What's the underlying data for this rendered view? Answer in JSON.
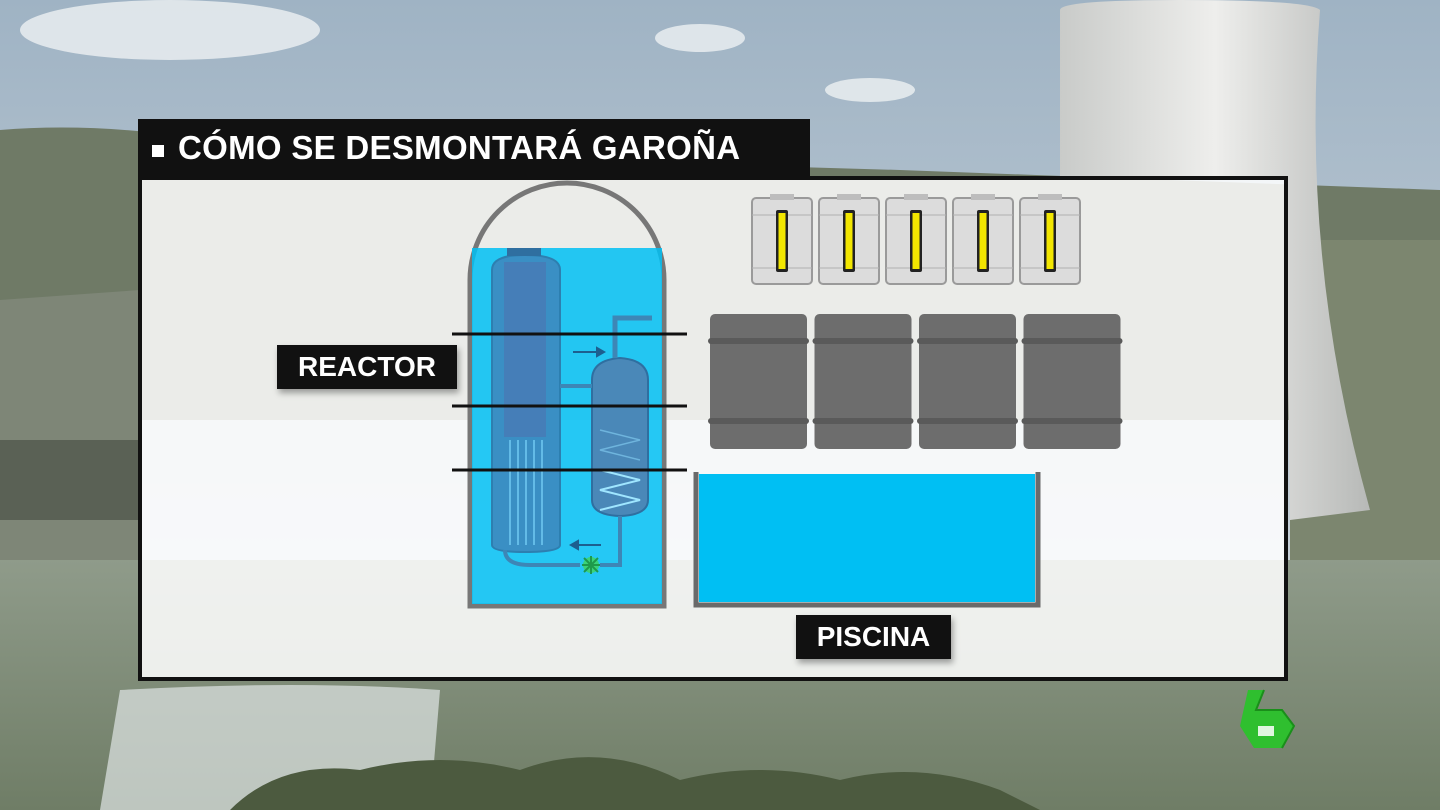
{
  "title": "CÓMO SE DESMONTARÁ GAROÑA",
  "labels": {
    "reactor": "REACTOR",
    "piscina": "PISCINA"
  },
  "counts": {
    "fuel_containers": 5,
    "waste_drums": 4
  },
  "colors": {
    "water": "#00bff3",
    "drum": "#6d6d6d",
    "fuel_rod": "#f2e600",
    "logo_green": "#2fbf2f"
  },
  "icons": {
    "pump": "pump-icon",
    "flow_arrow": "arrow-icon",
    "logo": "channel-logo-6"
  }
}
